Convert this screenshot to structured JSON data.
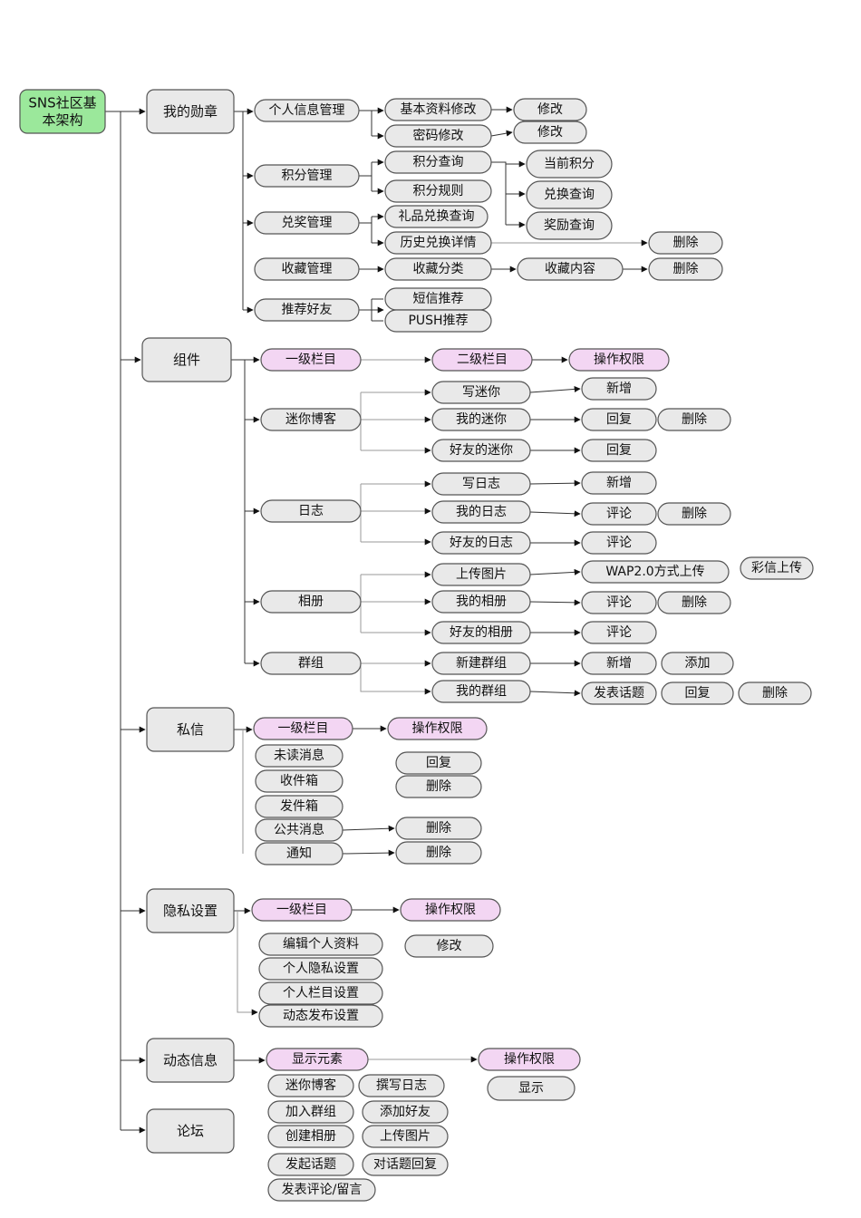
{
  "colors": {
    "root_fill": "#9be89b",
    "root_stroke": "#2f9a2f",
    "normal_fill": "#e9e9e9",
    "highlight_fill": "#f3d6f3",
    "line": "#333333"
  },
  "nodes": {
    "root": "SNS社区基\n本架构",
    "m1": "我的勋章",
    "m1_1": "个人信息管理",
    "m1_1a": "基本资料修改",
    "m1_1a_x": "修改",
    "m1_1b": "密码修改",
    "m1_1b_x": "修改",
    "m1_2": "积分管理",
    "m1_2a": "积分查询",
    "m1_2b": "积分规则",
    "m1_2x1": "当前积分",
    "m1_2x2": "兑换查询",
    "m1_2x3": "奖励查询",
    "m1_3": "兑奖管理",
    "m1_3a": "礼品兑换查询",
    "m1_3b": "历史兑换详情",
    "m1_3b_x": "删除",
    "m1_4": "收藏管理",
    "m1_4a": "收藏分类",
    "m1_4b": "收藏内容",
    "m1_4c": "删除",
    "m1_5": "推荐好友",
    "m1_5a": "短信推荐",
    "m1_5b": "PUSH推荐",
    "m2": "组件",
    "m2_h1": "一级栏目",
    "m2_h2": "二级栏目",
    "m2_h3": "操作权限",
    "m2_1": "迷你博客",
    "m2_1a": "写迷你",
    "m2_1a1": "新增",
    "m2_1b": "我的迷你",
    "m2_1b1": "回复",
    "m2_1b2": "删除",
    "m2_1c": "好友的迷你",
    "m2_1c1": "回复",
    "m2_2": "日志",
    "m2_2a": "写日志",
    "m2_2a1": "新增",
    "m2_2b": "我的日志",
    "m2_2b1": "评论",
    "m2_2b2": "删除",
    "m2_2c": "好友的日志",
    "m2_2c1": "评论",
    "m2_3": "相册",
    "m2_3a": "上传图片",
    "m2_3a1": "WAP2.0方式上传",
    "m2_3a2": "彩信上传",
    "m2_3b": "我的相册",
    "m2_3b1": "评论",
    "m2_3b2": "删除",
    "m2_3c": "好友的相册",
    "m2_3c1": "评论",
    "m2_4": "群组",
    "m2_4a": "新建群组",
    "m2_4a1": "新增",
    "m2_4a2": "添加",
    "m2_4b": "我的群组",
    "m2_4b1": "发表话题",
    "m2_4b2": "回复",
    "m2_4b3": "删除",
    "m3": "私信",
    "m3_h1": "一级栏目",
    "m3_h2": "操作权限",
    "m3_1": "未读消息",
    "m3_2": "收件箱",
    "m3_3": "发件箱",
    "m3_4": "公共消息",
    "m3_5": "通知",
    "m3_p1": "回复",
    "m3_p2": "删除",
    "m3_p3": "删除",
    "m3_p4": "删除",
    "m4": "隐私设置",
    "m4_h1": "一级栏目",
    "m4_h2": "操作权限",
    "m4_1": "编辑个人资料",
    "m4_2": "个人隐私设置",
    "m4_3": "个人栏目设置",
    "m4_4": "动态发布设置",
    "m4_p1": "修改",
    "m5": "动态信息",
    "m5_h1": "显示元素",
    "m5_h2": "操作权限",
    "m5_p1": "显示",
    "m5_1": "迷你博客",
    "m5_2": "撰写日志",
    "m5_3": "加入群组",
    "m5_4": "添加好友",
    "m5_5": "创建相册",
    "m5_6": "上传图片",
    "m5_7": "发起话题",
    "m5_8": "对话题回复",
    "m5_9": "发表评论/留言",
    "m6": "论坛"
  }
}
